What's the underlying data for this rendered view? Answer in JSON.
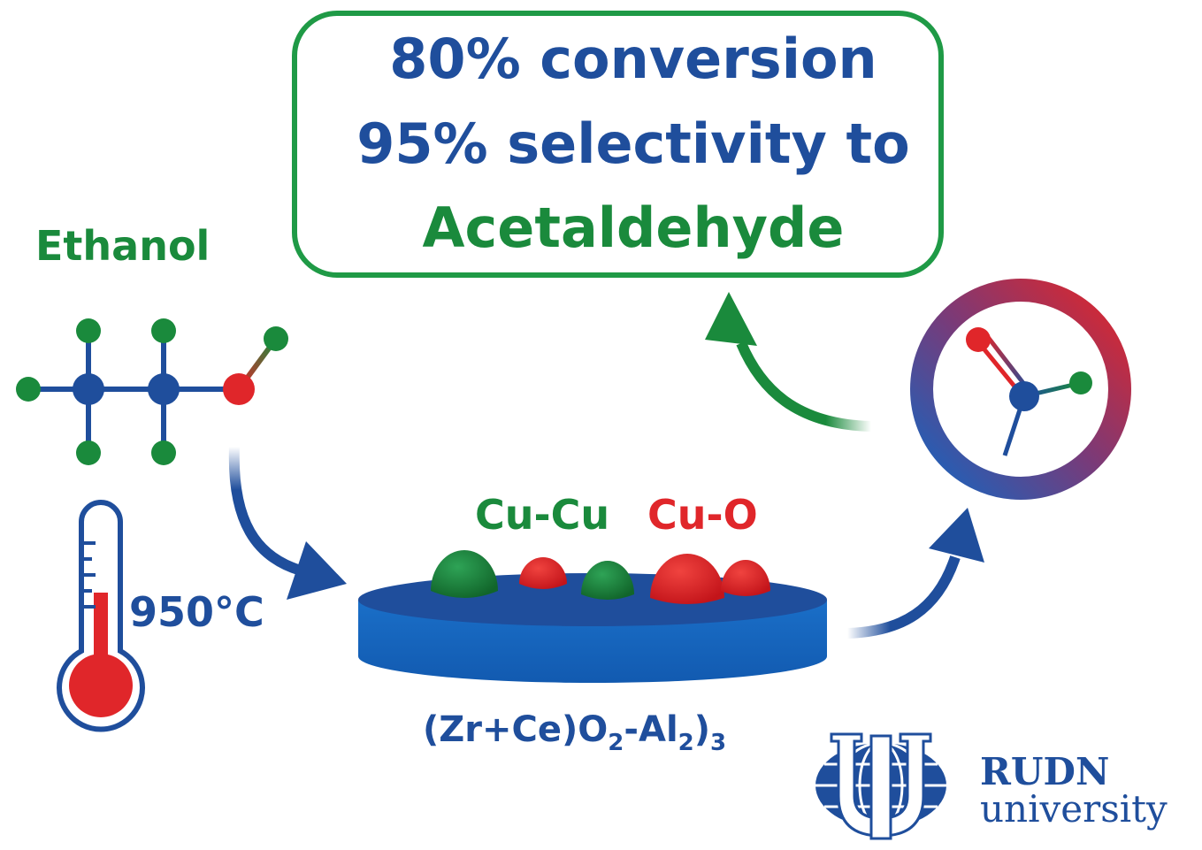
{
  "result_box": {
    "line1": "80% conversion",
    "line2": "95% selectivity to",
    "line3": "Acetaldehyde"
  },
  "ethanol": {
    "label": "Ethanol"
  },
  "temperature": {
    "label": "950°C"
  },
  "catalyst": {
    "cu_cu_label": "Cu-Cu",
    "cu_o_label": "Cu-O",
    "support_formula": {
      "p1": "(Zr+Ce)O",
      "s1": "2",
      "p2": "-Al",
      "s2": "2",
      "p3": ")",
      "s3": "3"
    }
  },
  "logo": {
    "line1": "RUDN",
    "line2": "university"
  },
  "colors": {
    "blue": "#1f4e9c",
    "green": "#1a8a3c",
    "red": "#e0262a",
    "disk_blue": "#1565c0",
    "box_border": "#1f9a46"
  }
}
